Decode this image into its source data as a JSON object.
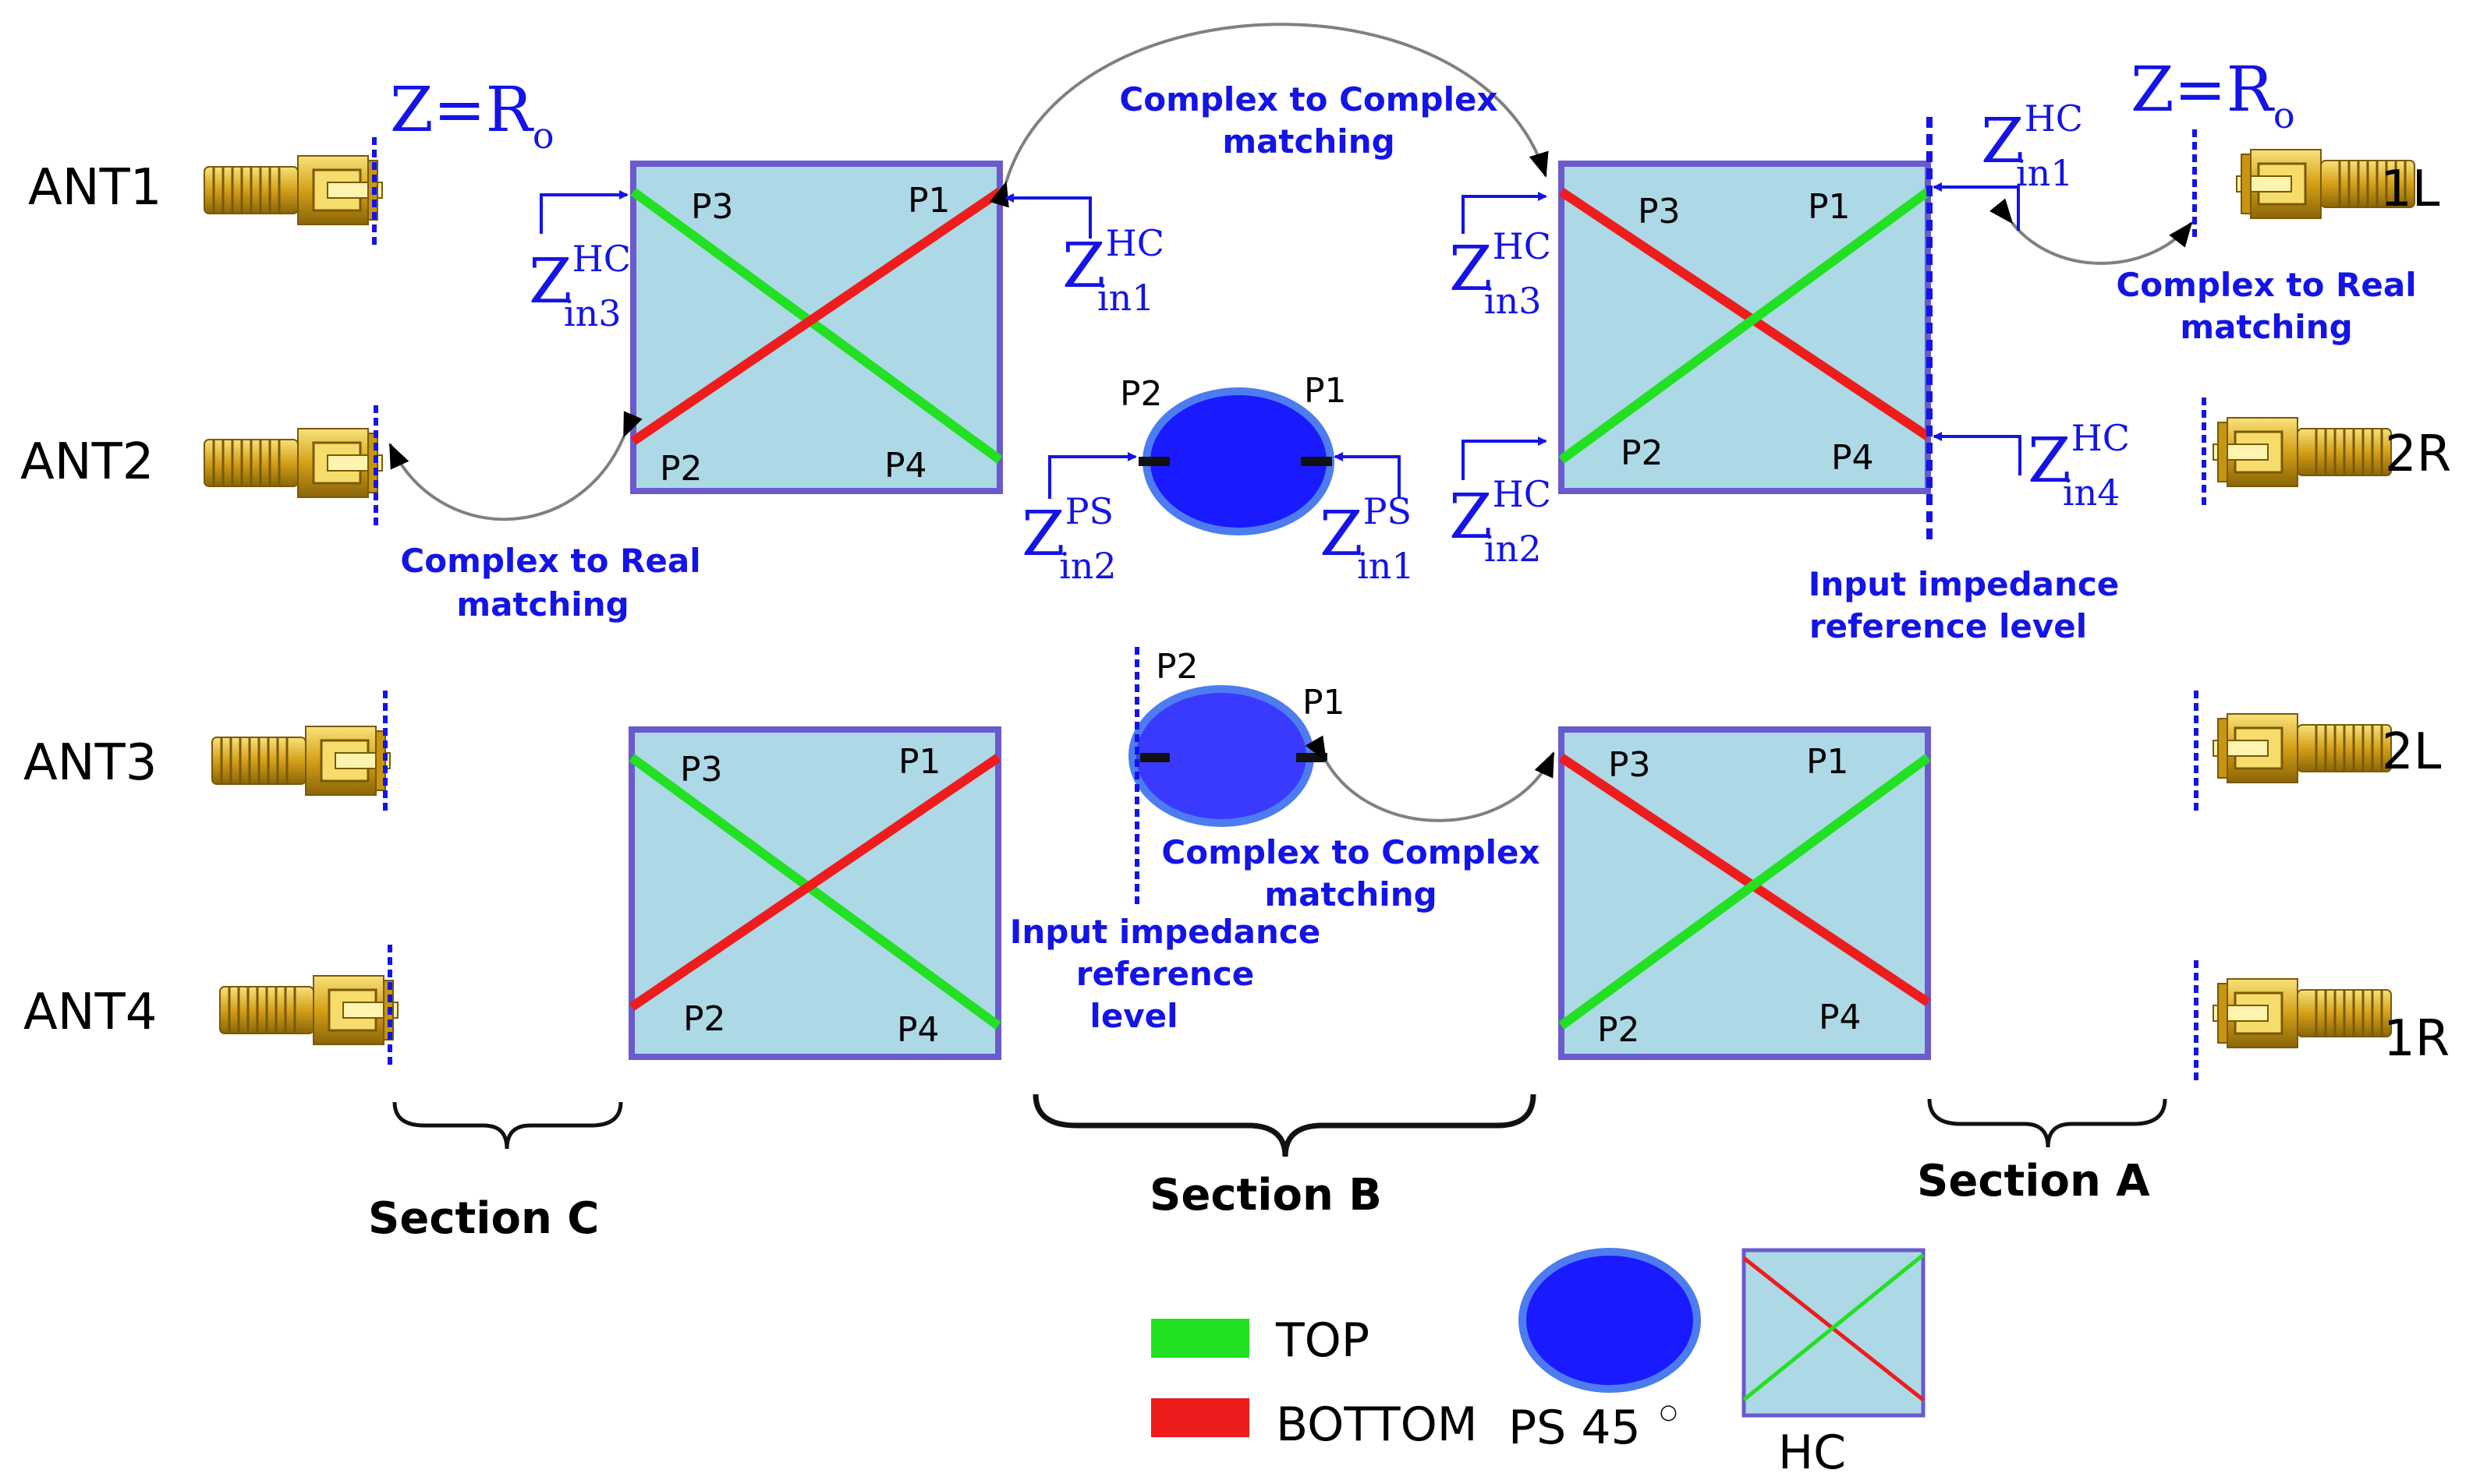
{
  "colors": {
    "top": "#22e022",
    "bottom": "#ee1c1c",
    "coupler_fill": "#add8e6",
    "coupler_border": "#6a5acd",
    "phase_shifter": "#1a1aff",
    "annotation_blue": "#1414e6",
    "connector_gold": "#d4a017"
  },
  "antennas": [
    {
      "label": "ANT1"
    },
    {
      "label": "ANT2"
    },
    {
      "label": "ANT3"
    },
    {
      "label": "ANT4"
    }
  ],
  "outputs": [
    {
      "label": "1L"
    },
    {
      "label": "2R"
    },
    {
      "label": "2L"
    },
    {
      "label": "1R"
    }
  ],
  "ports": {
    "p1": "P1",
    "p2": "P2",
    "p3": "P3",
    "p4": "P4"
  },
  "impedance": {
    "z": "Z",
    "eq": "=R",
    "o": "o",
    "hc": "HC",
    "ps": "PS",
    "in1": "in1",
    "in2": "in2",
    "in3": "in3",
    "in4": "in4"
  },
  "annotations": {
    "c2c_line1": "Complex to Complex",
    "c2c_line2": "matching",
    "c2r_line1": "Complex to Real",
    "c2r_line2": "matching",
    "ref_line1": "Input impedance",
    "ref_line2": "reference level",
    "ref_b_line1": "Input impedance",
    "ref_b_line2": "reference",
    "ref_b_line3": "level"
  },
  "sections": {
    "c": "Section C",
    "b": "Section B",
    "a": "Section A"
  },
  "legend": {
    "top": "TOP",
    "bottom": "BOTTOM",
    "ps": "PS 45",
    "degree": "○",
    "hc": "HC"
  },
  "icons": [
    "sma-connector-icon",
    "arrow-icon",
    "brace-icon"
  ]
}
